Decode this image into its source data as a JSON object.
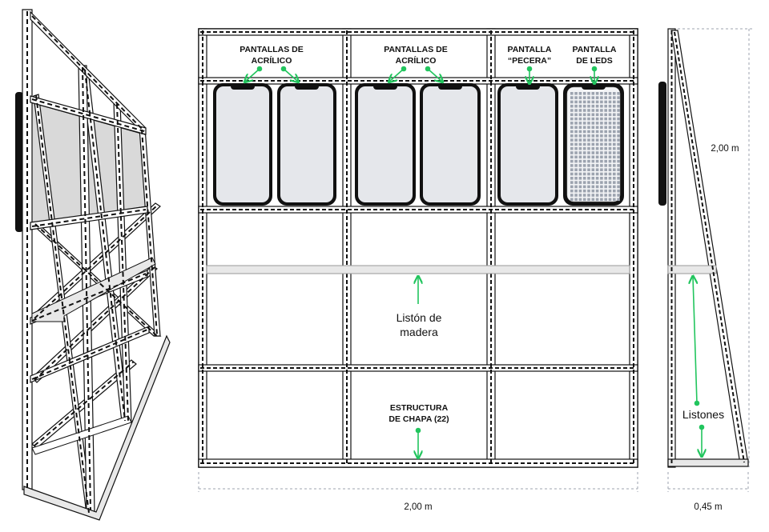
{
  "labels": {
    "acrylic_left_l1": "PANTALLAS DE",
    "acrylic_left_l2": "ACRÍLICO",
    "acrylic_mid_l1": "PANTALLAS DE",
    "acrylic_mid_l2": "ACRÍLICO",
    "pecera_l1": "PANTALLA",
    "pecera_l2": "“PECERA”",
    "leds_l1": "PANTALLA",
    "leds_l2": "DE LEDS",
    "liston_l1": "Listón de",
    "liston_l2": "madera",
    "estructura_l1": "ESTRUCTURA",
    "estructura_l2": "DE CHAPA (22)",
    "listones": "Listones"
  },
  "dimensions": {
    "front_width": "2,00 m",
    "side_height": "2,00 m",
    "side_depth": "0,45 m"
  },
  "colors": {
    "accent_green": "#22c55e",
    "screen_fill": "#e5e7eb",
    "frame_dark": "#111111",
    "panel_fill": "#d9d9d9",
    "slat_fill": "#e8e8e8",
    "dimension_line": "#9ca3af"
  }
}
